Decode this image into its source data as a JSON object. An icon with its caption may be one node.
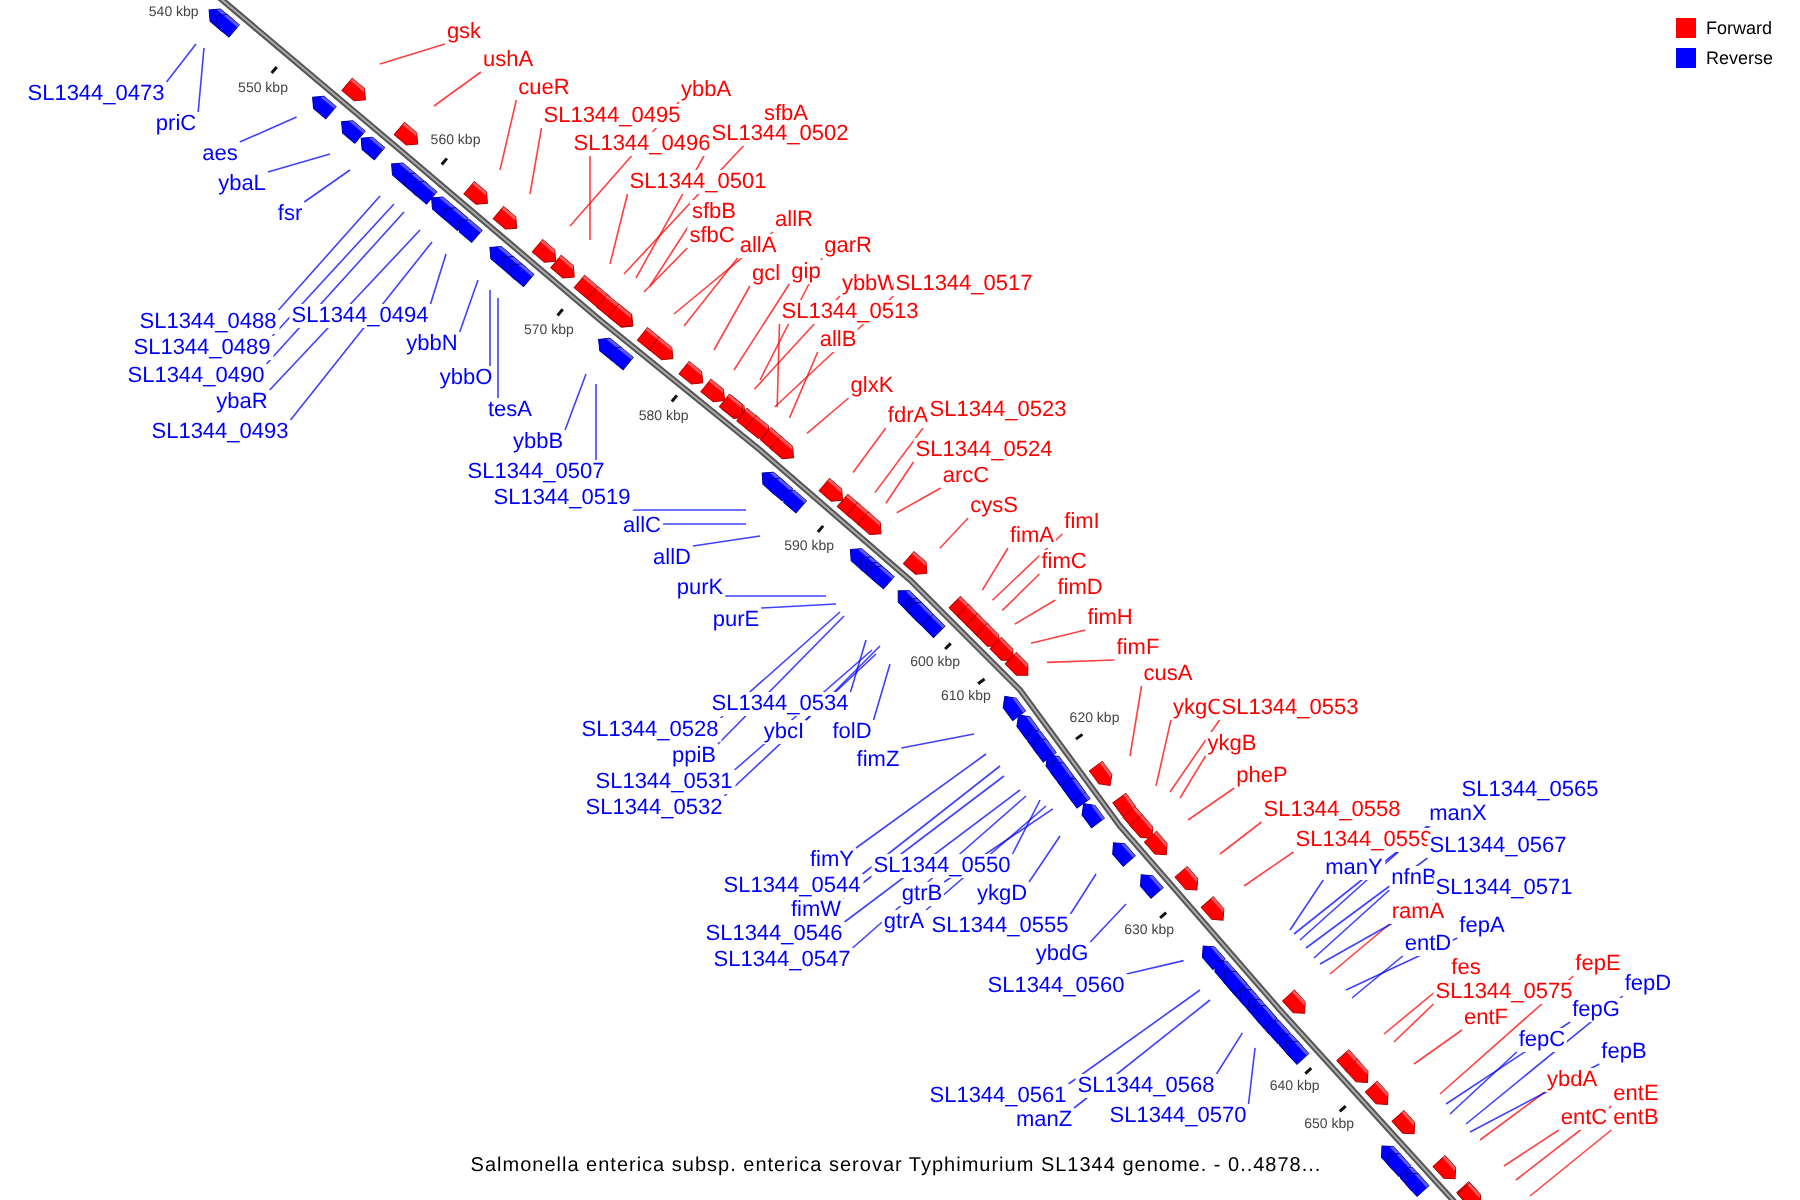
{
  "diagram": {
    "caption": "Salmonella enterica subsp. enterica serovar Typhimurium SL1344 genome. - 0..4878...",
    "nodes": [
      {
        "text": [
          "gsk"
        ]
      },
      {
        "text": [
          "ushA"
        ]
      },
      {
        "text": [
          "cueR"
        ]
      },
      {
        "text": [
          "SL1344_0495"
        ]
      },
      {
        "text": [
          "ybbA"
        ]
      },
      {
        "text": [
          "SL1344_0496"
        ]
      },
      {
        "text": [
          "SL1344_0501"
        ]
      },
      {
        "text": [
          "sfbA"
        ]
      },
      {
        "text": [
          "SL1344_0502"
        ]
      },
      {
        "text": [
          "sfbB"
        ]
      },
      {
        "text": [
          "sfbC"
        ]
      },
      {
        "text": [
          "allR"
        ]
      },
      {
        "text": [
          "allA"
        ]
      },
      {
        "text": [
          "gcl"
        ]
      },
      {
        "text": [
          "gip"
        ]
      },
      {
        "text": [
          "garR"
        ]
      },
      {
        "text": [
          "ybbW"
        ]
      },
      {
        "text": [
          "SL1344_0517"
        ]
      },
      {
        "text": [
          "SL1344_0513"
        ]
      },
      {
        "text": [
          "allB"
        ]
      },
      {
        "text": [
          "glxK"
        ]
      },
      {
        "text": [
          "fdrA"
        ]
      },
      {
        "text": [
          "SL1344_0523"
        ]
      },
      {
        "text": [
          "SL1344_0524"
        ]
      },
      {
        "text": [
          "arcC"
        ]
      },
      {
        "text": [
          "cysS"
        ]
      },
      {
        "text": [
          "fimA"
        ]
      },
      {
        "text": [
          "fimI"
        ]
      },
      {
        "text": [
          "fimC"
        ]
      },
      {
        "text": [
          "fimD"
        ]
      },
      {
        "text": [
          "fimH"
        ]
      },
      {
        "text": [
          "fimF"
        ]
      },
      {
        "text": [
          "cusA"
        ]
      },
      {
        "text": [
          "ykgC"
        ]
      },
      {
        "text": [
          "SL1344_0553"
        ]
      },
      {
        "text": [
          "ykgB"
        ]
      },
      {
        "text": [
          "pheP"
        ]
      },
      {
        "text": [
          "SL1344_0558"
        ]
      },
      {
        "text": [
          "SL1344_0559"
        ]
      },
      {
        "text": [
          "ramA"
        ]
      },
      {
        "text": [
          "fes"
        ]
      },
      {
        "text": [
          "SL1344_0575"
        ]
      },
      {
        "text": [
          "entF"
        ]
      },
      {
        "text": [
          "fepE"
        ]
      },
      {
        "text": [
          "ybdA"
        ]
      },
      {
        "text": [
          "entC"
        ]
      },
      {
        "text": [
          "entE"
        ]
      },
      {
        "text": [
          "entB"
        ]
      },
      {
        "text": [
          "SL1344_0473"
        ]
      },
      {
        "text": [
          "priC"
        ]
      },
      {
        "text": [
          "aes"
        ]
      },
      {
        "text": [
          "ybaL"
        ]
      },
      {
        "text": [
          "fsr"
        ]
      },
      {
        "text": [
          "SL1344_0488"
        ]
      },
      {
        "text": [
          "SL1344_0489"
        ]
      },
      {
        "text": [
          "SL1344_0490"
        ]
      },
      {
        "text": [
          "ybaR"
        ]
      },
      {
        "text": [
          "SL1344_0493"
        ]
      },
      {
        "text": [
          "SL1344_0494"
        ]
      },
      {
        "text": [
          "ybbN"
        ]
      },
      {
        "text": [
          "ybbO"
        ]
      },
      {
        "text": [
          "tesA"
        ]
      },
      {
        "text": [
          "ybbB"
        ]
      },
      {
        "text": [
          "SL1344_0507"
        ]
      },
      {
        "text": [
          "SL1344_0519"
        ]
      },
      {
        "text": [
          "allC"
        ]
      },
      {
        "text": [
          "allD"
        ]
      },
      {
        "text": [
          "purK"
        ]
      },
      {
        "text": [
          "purE"
        ]
      },
      {
        "text": [
          "SL1344_0528"
        ]
      },
      {
        "text": [
          "SL1344_0534"
        ]
      },
      {
        "text": [
          "ybcI"
        ]
      },
      {
        "text": [
          "folD"
        ]
      },
      {
        "text": [
          "ppiB"
        ]
      },
      {
        "text": [
          "fimZ"
        ]
      },
      {
        "text": [
          "SL1344_0531"
        ]
      },
      {
        "text": [
          "SL1344_0532"
        ]
      },
      {
        "text": [
          "fimY"
        ]
      },
      {
        "text": [
          "SL1344_0544"
        ]
      },
      {
        "text": [
          "fimW"
        ]
      },
      {
        "text": [
          "SL1344_0550"
        ]
      },
      {
        "text": [
          "gtrB"
        ]
      },
      {
        "text": [
          "gtrA"
        ]
      },
      {
        "text": [
          "SL1344_0546"
        ]
      },
      {
        "text": [
          "SL1344_0547"
        ]
      },
      {
        "text": [
          "ykgD"
        ]
      },
      {
        "text": [
          "SL1344_0555"
        ]
      },
      {
        "text": [
          "ybdG"
        ]
      },
      {
        "text": [
          "SL1344_0560"
        ]
      },
      {
        "text": [
          "SL1344_0561"
        ]
      },
      {
        "text": [
          "manZ"
        ]
      },
      {
        "text": [
          "SL1344_0568"
        ]
      },
      {
        "text": [
          "SL1344_0570"
        ]
      },
      {
        "text": [
          "SL1344_0565"
        ]
      },
      {
        "text": [
          "manX"
        ]
      },
      {
        "text": [
          "manY"
        ]
      },
      {
        "text": [
          "SL1344_0567"
        ]
      },
      {
        "text": [
          "nfnB"
        ]
      },
      {
        "text": [
          "SL1344_0571"
        ]
      },
      {
        "text": [
          "fepA"
        ]
      },
      {
        "text": [
          "entD"
        ]
      },
      {
        "text": [
          "fepG"
        ]
      },
      {
        "text": [
          "fepD"
        ]
      },
      {
        "text": [
          "fepC"
        ]
      },
      {
        "text": [
          "fepB"
        ]
      }
    ],
    "edges": [
      {
        "from": 0,
        "to": null,
        "arrow": "none",
        "color": "#ff0000"
      },
      {
        "from": 1,
        "to": null,
        "arrow": "none",
        "color": "#ff0000"
      },
      {
        "from": 2,
        "to": null,
        "arrow": "none",
        "color": "#ff0000"
      },
      {
        "from": 3,
        "to": null,
        "arrow": "none",
        "color": "#ff0000"
      },
      {
        "from": 4,
        "to": null,
        "arrow": "none",
        "color": "#ff0000"
      },
      {
        "from": 5,
        "to": null,
        "arrow": "none",
        "color": "#ff0000"
      },
      {
        "from": 6,
        "to": null,
        "arrow": "none",
        "color": "#ff0000"
      },
      {
        "from": 7,
        "to": null,
        "arrow": "none",
        "color": "#ff0000"
      },
      {
        "from": 8,
        "to": null,
        "arrow": "none",
        "color": "#ff0000"
      },
      {
        "from": 9,
        "to": null,
        "arrow": "none",
        "color": "#ff0000"
      },
      {
        "from": 10,
        "to": null,
        "arrow": "none",
        "color": "#ff0000"
      },
      {
        "from": 11,
        "to": null,
        "arrow": "none",
        "color": "#ff0000"
      },
      {
        "from": 12,
        "to": null,
        "arrow": "none",
        "color": "#ff0000"
      },
      {
        "from": 13,
        "to": null,
        "arrow": "none",
        "color": "#ff0000"
      },
      {
        "from": 14,
        "to": null,
        "arrow": "none",
        "color": "#ff0000"
      },
      {
        "from": 15,
        "to": null,
        "arrow": "none",
        "color": "#ff0000"
      },
      {
        "from": 16,
        "to": null,
        "arrow": "none",
        "color": "#ff0000"
      },
      {
        "from": 17,
        "to": null,
        "arrow": "none",
        "color": "#ff0000"
      },
      {
        "from": 18,
        "to": null,
        "arrow": "none",
        "color": "#ff0000"
      },
      {
        "from": 19,
        "to": null,
        "arrow": "none",
        "color": "#ff0000"
      },
      {
        "from": 20,
        "to": null,
        "arrow": "none",
        "color": "#ff0000"
      },
      {
        "from": 21,
        "to": null,
        "arrow": "none",
        "color": "#ff0000"
      },
      {
        "from": 22,
        "to": null,
        "arrow": "none",
        "color": "#ff0000"
      },
      {
        "from": 23,
        "to": null,
        "arrow": "none",
        "color": "#ff0000"
      },
      {
        "from": 24,
        "to": null,
        "arrow": "none",
        "color": "#ff0000"
      },
      {
        "from": 25,
        "to": null,
        "arrow": "none",
        "color": "#ff0000"
      },
      {
        "from": 26,
        "to": null,
        "arrow": "none",
        "color": "#ff0000"
      },
      {
        "from": 27,
        "to": null,
        "arrow": "none",
        "color": "#ff0000"
      },
      {
        "from": 28,
        "to": null,
        "arrow": "none",
        "color": "#ff0000"
      },
      {
        "from": 29,
        "to": null,
        "arrow": "none",
        "color": "#ff0000"
      },
      {
        "from": 30,
        "to": null,
        "arrow": "none",
        "color": "#ff0000"
      },
      {
        "from": 31,
        "to": null,
        "arrow": "none",
        "color": "#ff0000"
      },
      {
        "from": 32,
        "to": null,
        "arrow": "none",
        "color": "#ff0000"
      },
      {
        "from": 33,
        "to": null,
        "arrow": "none",
        "color": "#ff0000"
      },
      {
        "from": 34,
        "to": null,
        "arrow": "none",
        "color": "#ff0000"
      },
      {
        "from": 35,
        "to": null,
        "arrow": "none",
        "color": "#ff0000"
      },
      {
        "from": 36,
        "to": null,
        "arrow": "none",
        "color": "#ff0000"
      },
      {
        "from": 37,
        "to": null,
        "arrow": "none",
        "color": "#ff0000"
      },
      {
        "from": 38,
        "to": null,
        "arrow": "none",
        "color": "#ff0000"
      },
      {
        "from": 39,
        "to": null,
        "arrow": "none",
        "color": "#ff0000"
      },
      {
        "from": 40,
        "to": null,
        "arrow": "none",
        "color": "#ff0000"
      },
      {
        "from": 41,
        "to": null,
        "arrow": "none",
        "color": "#ff0000"
      },
      {
        "from": 42,
        "to": null,
        "arrow": "none",
        "color": "#ff0000"
      },
      {
        "from": 43,
        "to": null,
        "arrow": "none",
        "color": "#ff0000"
      },
      {
        "from": 44,
        "to": null,
        "arrow": "none",
        "color": "#ff0000"
      },
      {
        "from": 45,
        "to": null,
        "arrow": "none",
        "color": "#ff0000"
      },
      {
        "from": 46,
        "to": null,
        "arrow": "none",
        "color": "#ff0000"
      },
      {
        "from": 47,
        "to": null,
        "arrow": "none",
        "color": "#ff0000"
      },
      {
        "from": 48,
        "to": null,
        "arrow": "none",
        "color": "#0000ff"
      },
      {
        "from": 49,
        "to": null,
        "arrow": "none",
        "color": "#0000ff"
      },
      {
        "from": 50,
        "to": null,
        "arrow": "none",
        "color": "#0000ff"
      },
      {
        "from": 51,
        "to": null,
        "arrow": "none",
        "color": "#0000ff"
      },
      {
        "from": 52,
        "to": null,
        "arrow": "none",
        "color": "#0000ff"
      },
      {
        "from": 53,
        "to": null,
        "arrow": "none",
        "color": "#0000ff"
      },
      {
        "from": 54,
        "to": null,
        "arrow": "none",
        "color": "#0000ff"
      },
      {
        "from": 55,
        "to": null,
        "arrow": "none",
        "color": "#0000ff"
      },
      {
        "from": 56,
        "to": null,
        "arrow": "none",
        "color": "#0000ff"
      },
      {
        "from": 57,
        "to": null,
        "arrow": "none",
        "color": "#0000ff"
      },
      {
        "from": 58,
        "to": null,
        "arrow": "none",
        "color": "#0000ff"
      },
      {
        "from": 59,
        "to": null,
        "arrow": "none",
        "color": "#0000ff"
      },
      {
        "from": 60,
        "to": null,
        "arrow": "none",
        "color": "#0000ff"
      },
      {
        "from": 61,
        "to": null,
        "arrow": "none",
        "color": "#0000ff"
      },
      {
        "from": 62,
        "to": null,
        "arrow": "none",
        "color": "#0000ff"
      },
      {
        "from": 63,
        "to": null,
        "arrow": "none",
        "color": "#0000ff"
      },
      {
        "from": 64,
        "to": null,
        "arrow": "none",
        "color": "#0000ff"
      },
      {
        "from": 65,
        "to": null,
        "arrow": "none",
        "color": "#0000ff"
      },
      {
        "from": 66,
        "to": null,
        "arrow": "none",
        "color": "#0000ff"
      },
      {
        "from": 67,
        "to": null,
        "arrow": "none",
        "color": "#0000ff"
      },
      {
        "from": 68,
        "to": null,
        "arrow": "none",
        "color": "#0000ff"
      },
      {
        "from": 69,
        "to": null,
        "arrow": "none",
        "color": "#0000ff"
      },
      {
        "from": 70,
        "to": null,
        "arrow": "none",
        "color": "#0000ff"
      },
      {
        "from": 71,
        "to": null,
        "arrow": "none",
        "color": "#0000ff"
      },
      {
        "from": 72,
        "to": null,
        "arrow": "none",
        "color": "#0000ff"
      },
      {
        "from": 73,
        "to": null,
        "arrow": "none",
        "color": "#0000ff"
      },
      {
        "from": 74,
        "to": null,
        "arrow": "none",
        "color": "#0000ff"
      },
      {
        "from": 75,
        "to": null,
        "arrow": "none",
        "color": "#0000ff"
      },
      {
        "from": 76,
        "to": null,
        "arrow": "none",
        "color": "#0000ff"
      },
      {
        "from": 77,
        "to": null,
        "arrow": "none",
        "color": "#0000ff"
      },
      {
        "from": 78,
        "to": null,
        "arrow": "none",
        "color": "#0000ff"
      },
      {
        "from": 79,
        "to": null,
        "arrow": "none",
        "color": "#0000ff"
      },
      {
        "from": 80,
        "to": null,
        "arrow": "none",
        "color": "#0000ff"
      },
      {
        "from": 81,
        "to": null,
        "arrow": "none",
        "color": "#0000ff"
      },
      {
        "from": 82,
        "to": null,
        "arrow": "none",
        "color": "#0000ff"
      },
      {
        "from": 83,
        "to": null,
        "arrow": "none",
        "color": "#0000ff"
      },
      {
        "from": 84,
        "to": null,
        "arrow": "none",
        "color": "#0000ff"
      },
      {
        "from": 85,
        "to": null,
        "arrow": "none",
        "color": "#0000ff"
      },
      {
        "from": 86,
        "to": null,
        "arrow": "none",
        "color": "#0000ff"
      },
      {
        "from": 87,
        "to": null,
        "arrow": "none",
        "color": "#0000ff"
      },
      {
        "from": 88,
        "to": null,
        "arrow": "none",
        "color": "#0000ff"
      },
      {
        "from": 89,
        "to": null,
        "arrow": "none",
        "color": "#0000ff"
      },
      {
        "from": 90,
        "to": null,
        "arrow": "none",
        "color": "#0000ff"
      },
      {
        "from": 91,
        "to": null,
        "arrow": "none",
        "color": "#0000ff"
      },
      {
        "from": 92,
        "to": null,
        "arrow": "none",
        "color": "#0000ff"
      },
      {
        "from": 93,
        "to": null,
        "arrow": "none",
        "color": "#0000ff"
      },
      {
        "from": 94,
        "to": null,
        "arrow": "none",
        "color": "#0000ff"
      },
      {
        "from": 95,
        "to": null,
        "arrow": "none",
        "color": "#0000ff"
      },
      {
        "from": 96,
        "to": null,
        "arrow": "none",
        "color": "#0000ff"
      },
      {
        "from": 97,
        "to": null,
        "arrow": "none",
        "color": "#0000ff"
      },
      {
        "from": 98,
        "to": null,
        "arrow": "none",
        "color": "#0000ff"
      },
      {
        "from": 99,
        "to": null,
        "arrow": "none",
        "color": "#0000ff"
      },
      {
        "from": 100,
        "to": null,
        "arrow": "none",
        "color": "#0000ff"
      },
      {
        "from": 101,
        "to": null,
        "arrow": "none",
        "color": "#0000ff"
      },
      {
        "from": 102,
        "to": null,
        "arrow": "none",
        "color": "#0000ff"
      },
      {
        "from": 103,
        "to": null,
        "arrow": "none",
        "color": "#0000ff"
      },
      {
        "from": 104,
        "to": null,
        "arrow": "none",
        "color": "#0000ff"
      }
    ],
    "labels": [
      "540 kbp",
      "550 kbp",
      "560 kbp",
      "570 kbp",
      "580 kbp",
      "590 kbp",
      "600 kbp",
      "610 kbp",
      "620 kbp",
      "630 kbp",
      "640 kbp",
      "650 kbp"
    ],
    "legend": [
      {
        "text": "Forward",
        "color": "#ff0000"
      },
      {
        "text": "Reverse",
        "color": "#0000ff"
      }
    ]
  }
}
